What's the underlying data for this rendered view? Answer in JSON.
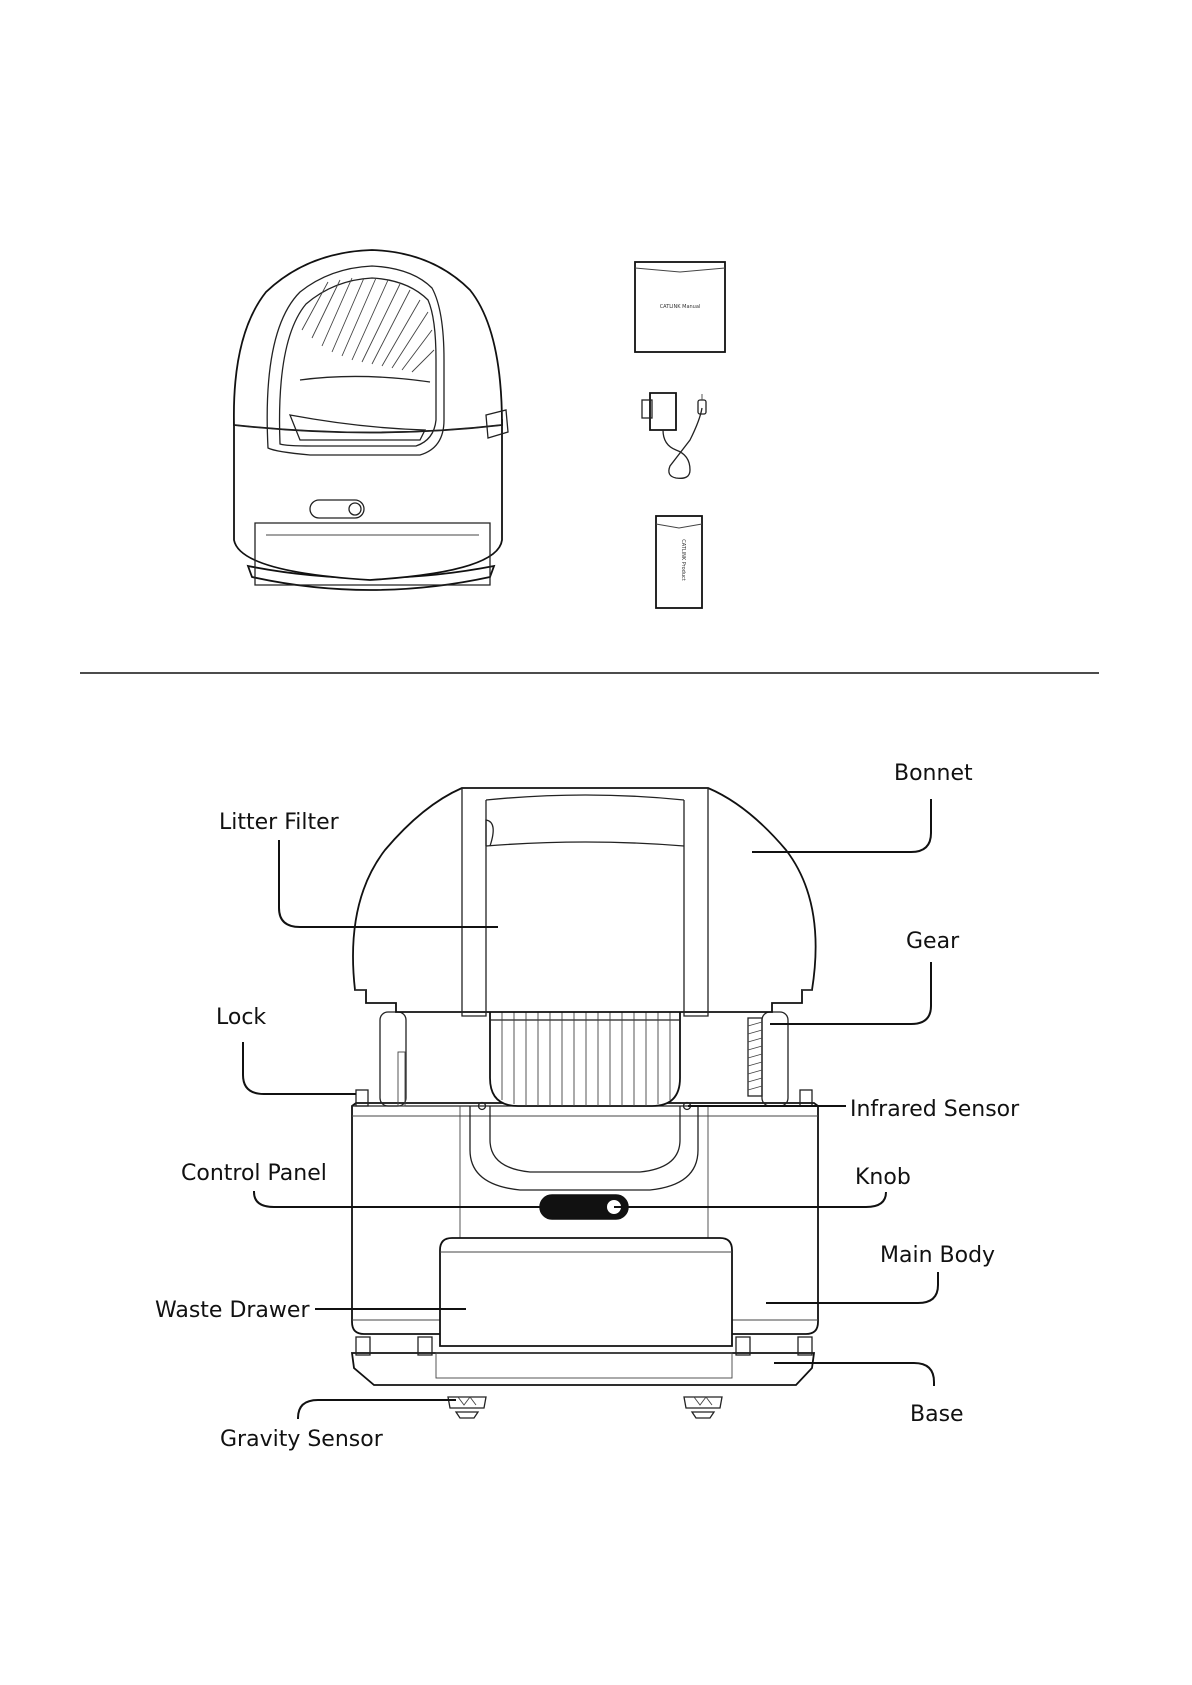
{
  "contents": {
    "manual_text": "CATLINK Manual",
    "box_text": "CATLINK Product"
  },
  "parts": {
    "bonnet": "Bonnet",
    "litter_filter": "Litter Filter",
    "gear": "Gear",
    "lock": "Lock",
    "infrared_sensor": "Infrared Sensor",
    "control_panel": "Control Panel",
    "knob": "Knob",
    "main_body": "Main Body",
    "waste_drawer": "Waste Drawer",
    "base": "Base",
    "gravity_sensor": "Gravity Sensor"
  }
}
